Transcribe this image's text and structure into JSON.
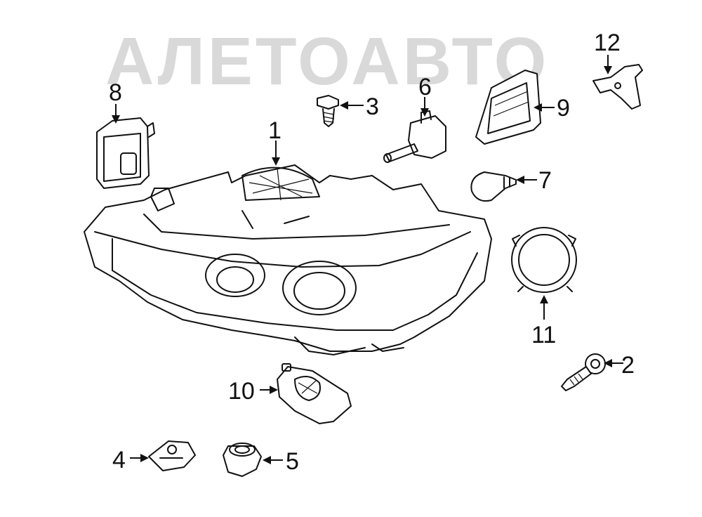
{
  "watermark": {
    "text": "АЛЕТОАВТО"
  },
  "callouts": {
    "c1": "1",
    "c2": "2",
    "c3": "3",
    "c4": "4",
    "c5": "5",
    "c6": "6",
    "c7": "7",
    "c8": "8",
    "c9": "9",
    "c10": "10",
    "c11": "11",
    "c12": "12"
  },
  "icons": {
    "headlamp": "headlamp-assembly-icon",
    "bolt": "bolt-icon",
    "screw": "screw-icon",
    "clip_nut": "clip-nut-icon",
    "grommet": "grommet-icon",
    "bulb_socket": "bulb-socket-icon",
    "bulb": "bulb-icon",
    "control_module": "control-module-icon",
    "cover": "cover-icon",
    "led_module": "led-module-icon",
    "cap": "cap-icon",
    "bracket": "bracket-icon"
  }
}
